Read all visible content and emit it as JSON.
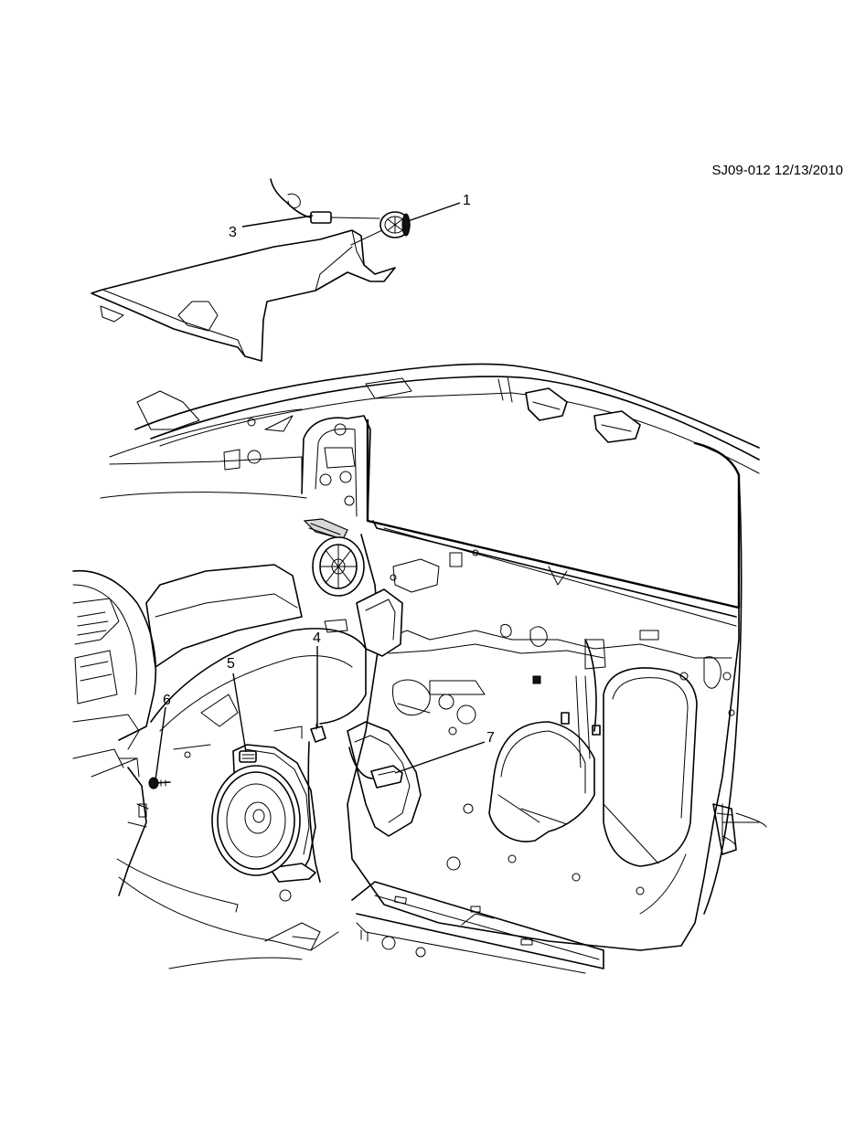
{
  "drawing_id": "SJ09-012 12/13/2010",
  "callouts": [
    {
      "label": "1"
    },
    {
      "label": "3"
    },
    {
      "label": "4"
    },
    {
      "label": "5"
    },
    {
      "label": "6"
    },
    {
      "label": "7"
    }
  ]
}
